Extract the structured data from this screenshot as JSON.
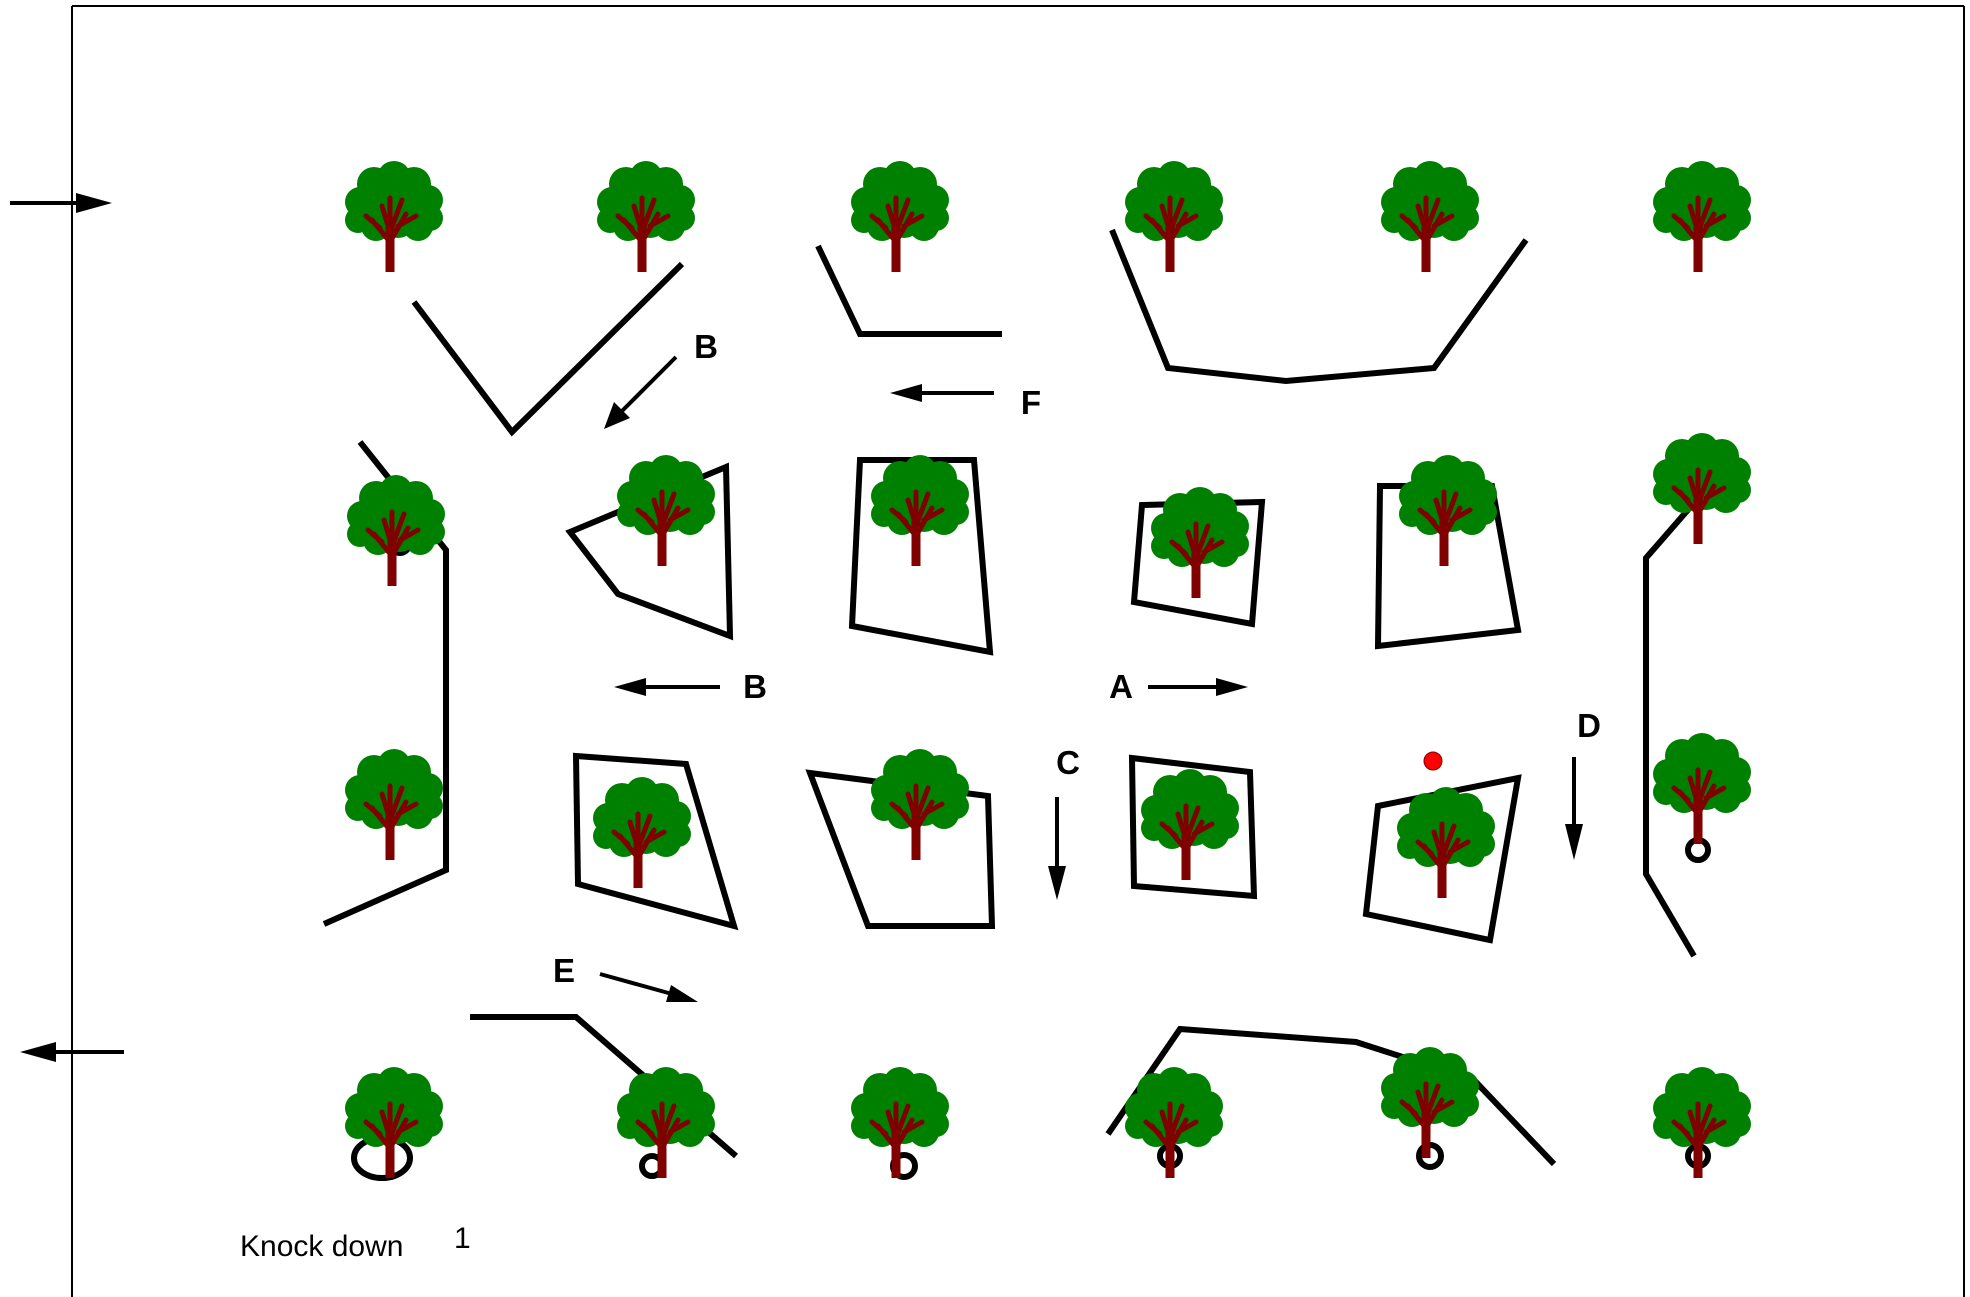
{
  "labels": {
    "b_upper": "B",
    "f": "F",
    "b_middle": "B",
    "a": "A",
    "c": "C",
    "d": "D",
    "e": "E"
  },
  "footer": {
    "caption": "Knock down",
    "number": "1"
  },
  "colors": {
    "foliage": "#008000",
    "trunk": "#800000",
    "marker": "#ff0000",
    "line": "#000000"
  },
  "icons": {
    "tree": "tree-icon",
    "ring": "ring-marker-icon",
    "dot": "red-dot-icon"
  }
}
